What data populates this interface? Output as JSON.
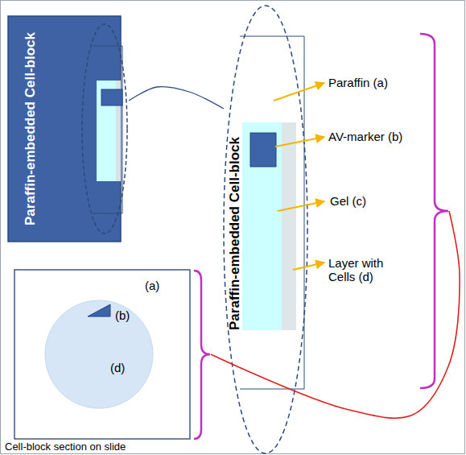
{
  "diagram": {
    "nodes": [
      {
        "text": [
          "Paraffin-embedded Cell-block"
        ]
      },
      {
        "text": [
          "Paraffin-embedded Cell-block"
        ]
      },
      {
        "text": [
          "(a)",
          "Cell-block section on slide"
        ]
      },
      {
        "text": [
          "(b)",
          "(d)"
        ],
        "in": 2
      }
    ],
    "edges": [
      {
        "from": 0,
        "to": 1,
        "arrow": "none"
      },
      {
        "from": 1,
        "to": 2,
        "arrow": "none"
      }
    ],
    "labels": [
      "Paraffin (a)",
      "AV-marker (b)",
      "Gel (c)",
      "Layer with Cells (d)"
    ]
  }
}
